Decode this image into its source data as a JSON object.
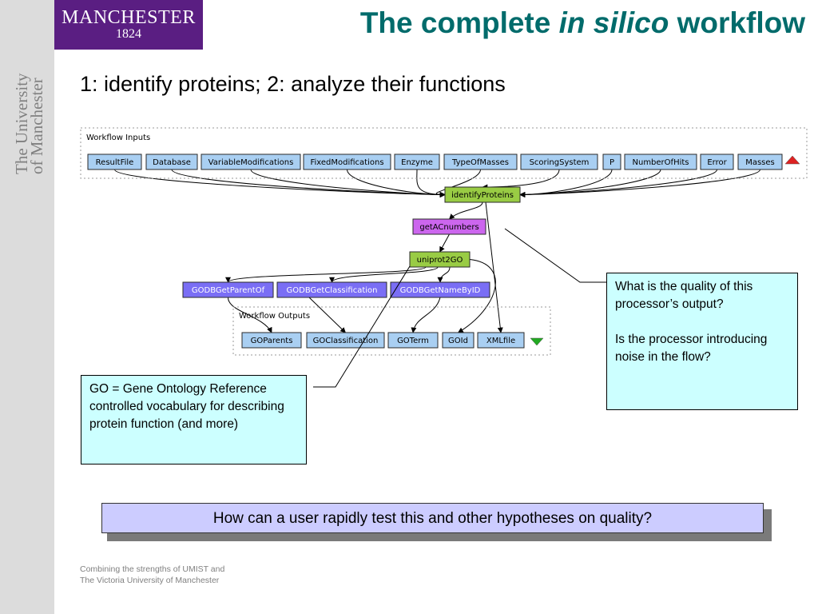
{
  "header": {
    "logo_line1": "MANCHESTER",
    "logo_line2": "1824",
    "title_part1": "The complete ",
    "title_italic": "in silico",
    "title_part2": " workflow",
    "subtitle": "1: identify proteins; 2: analyze their functions"
  },
  "sidebar": {
    "line1": "The University",
    "line2": "of Manchester"
  },
  "workflow": {
    "inputs_label": "Workflow Inputs",
    "outputs_label": "Workflow Outputs",
    "inputs": [
      "ResultFile",
      "Database",
      "VariableModifications",
      "FixedModifications",
      "Enzyme",
      "TypeOfMasses",
      "ScoringSystem",
      "P",
      "NumberOfHits",
      "Error",
      "Masses"
    ],
    "processors": {
      "identify": "identifyProteins",
      "getac": "getACnumbers",
      "uniprot": "uniprot2GO",
      "godb": [
        "GODBGetParentOf",
        "GODBGetClassification",
        "GODBGetNameByID"
      ]
    },
    "outputs": [
      "GOParents",
      "GOClassification",
      "GOTerm",
      "GOId",
      "XMLfile"
    ],
    "colors": {
      "input": "#a9cff2",
      "identify": "#99cc44",
      "getac": "#cc66ee",
      "godb": "#7a6ef5",
      "expand_up": "#dd2222",
      "expand_down": "#22aa22"
    }
  },
  "callouts": {
    "right": [
      "What is the quality of this processor’s output?",
      "Is the processor introducing noise in the flow?"
    ],
    "left": "GO = Gene Ontology Reference controlled vocabulary for describing protein function (and more)"
  },
  "banner": "How can a user rapidly test this and other hypotheses on quality?",
  "footer": {
    "line1": "Combining the strengths of UMIST and",
    "line2": "The Victoria University of Manchester"
  }
}
